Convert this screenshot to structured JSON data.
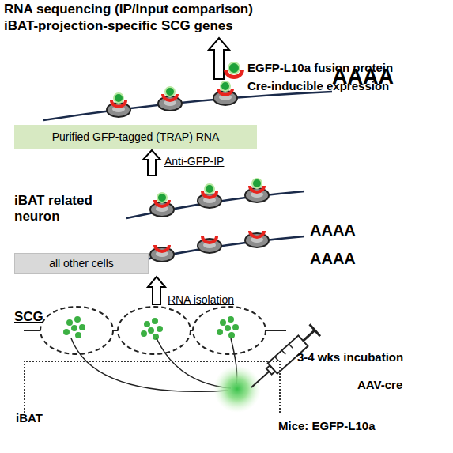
{
  "diagram": {
    "title": "RNA sequencing (IP/Input comparison)",
    "nodes": [
      {
        "text": [
          "Purified GFP-tagged (TRAP) RNA"
        ]
      },
      {
        "text": [
          "all other cells"
        ]
      },
      {
        "text": [
          "iBAT"
        ]
      }
    ],
    "labels": [
      "iBAT-projection-specific SCG genes",
      "Cre-inducible expression",
      "AAAA",
      "Anti-GFP-IP",
      "iBAT related neuron",
      "AAAA",
      "AAAA",
      "RNA isolation",
      "SCG",
      "3-4 wks incubation",
      "AAV-cre",
      "Mice: EGFP-L10a"
    ],
    "legend": [
      {
        "text": "EGFP-L10a fusion protein"
      }
    ]
  }
}
